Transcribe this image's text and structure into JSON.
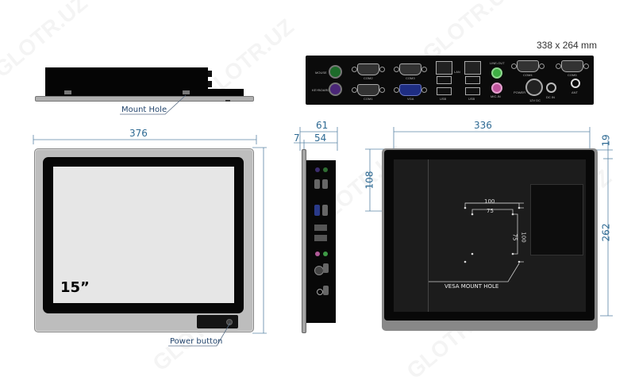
{
  "watermark": "GLOTR.UZ",
  "product": {
    "size_label": "15”",
    "overall_size_label": "338 x 264 mm"
  },
  "callouts": {
    "mount_hole": "Mount Hole",
    "power_button": "Power button",
    "vesa_mount_hole": "VESA MOUNT HOLE"
  },
  "dimensions": {
    "front_width": "376",
    "side_total_depth": "61",
    "side_bezel_depth": "7",
    "side_body_depth": "54",
    "back_width": "336",
    "back_top_offset": "19",
    "back_height": "262",
    "back_vesa_offset": "108",
    "vesa_outer_w": "100",
    "vesa_inner_w": "75",
    "vesa_inner_h": "75",
    "vesa_outer_h": "100"
  },
  "io_panel": {
    "ports": [
      {
        "label": "MOUSE"
      },
      {
        "label": "KEYBOARD"
      },
      {
        "label": "COM2"
      },
      {
        "label": "COM3"
      },
      {
        "label": "COM1"
      },
      {
        "label": "VGA"
      },
      {
        "label": "LAN"
      },
      {
        "label": "USB"
      },
      {
        "label": "USB"
      },
      {
        "label": "LINE-OUT"
      },
      {
        "label": "MIC-IN"
      },
      {
        "label": "COM4"
      },
      {
        "label": "COM5"
      },
      {
        "label": "POWER"
      },
      {
        "label": "12V DC"
      },
      {
        "label": "DC IN"
      },
      {
        "label": "ANT"
      }
    ]
  },
  "colors": {
    "bezel": "#bdbdbd",
    "frame": "#0a0a0a",
    "screen": "#e6e6e6",
    "dimension_line": "#5b86a6",
    "dimension_text": "#2e6a93",
    "callout_text": "#24466e"
  }
}
